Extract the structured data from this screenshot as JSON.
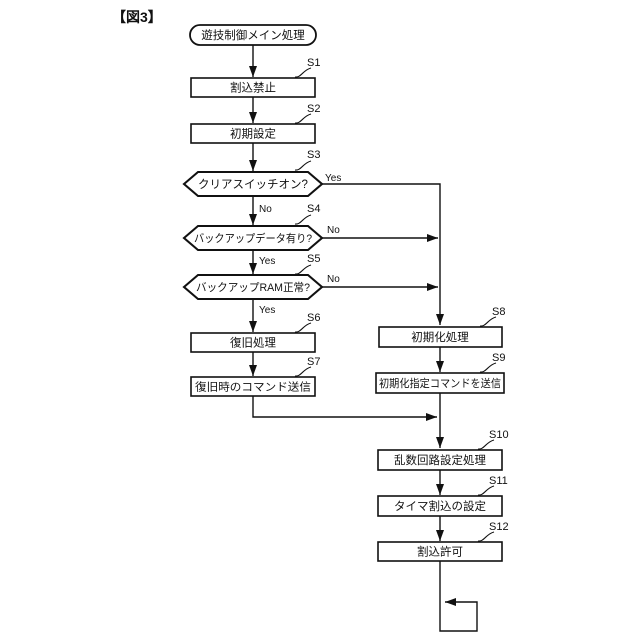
{
  "figure": {
    "doc_label": "【図3】",
    "start_node": "遊技制御メイン処理",
    "branch": {
      "yes": "Yes",
      "no": "No"
    },
    "steps": [
      {
        "id": "S1",
        "label": "割込禁止",
        "type": "process"
      },
      {
        "id": "S2",
        "label": "初期設定",
        "type": "process"
      },
      {
        "id": "S3",
        "label": "クリアスイッチオン?",
        "type": "decision"
      },
      {
        "id": "S4",
        "label": "バックアップデータ有り?",
        "type": "decision"
      },
      {
        "id": "S5",
        "label": "バックアップRAM正常?",
        "type": "decision"
      },
      {
        "id": "S6",
        "label": "復旧処理",
        "type": "process"
      },
      {
        "id": "S7",
        "label": "復旧時のコマンド送信",
        "type": "process"
      },
      {
        "id": "S8",
        "label": "初期化処理",
        "type": "process"
      },
      {
        "id": "S9",
        "label": "初期化指定コマンドを送信",
        "type": "process"
      },
      {
        "id": "S10",
        "label": "乱数回路設定処理",
        "type": "process"
      },
      {
        "id": "S11",
        "label": "タイマ割込の設定",
        "type": "process"
      },
      {
        "id": "S12",
        "label": "割込許可",
        "type": "process"
      }
    ],
    "colors": {
      "line": "#111111",
      "background": "#ffffff"
    }
  }
}
